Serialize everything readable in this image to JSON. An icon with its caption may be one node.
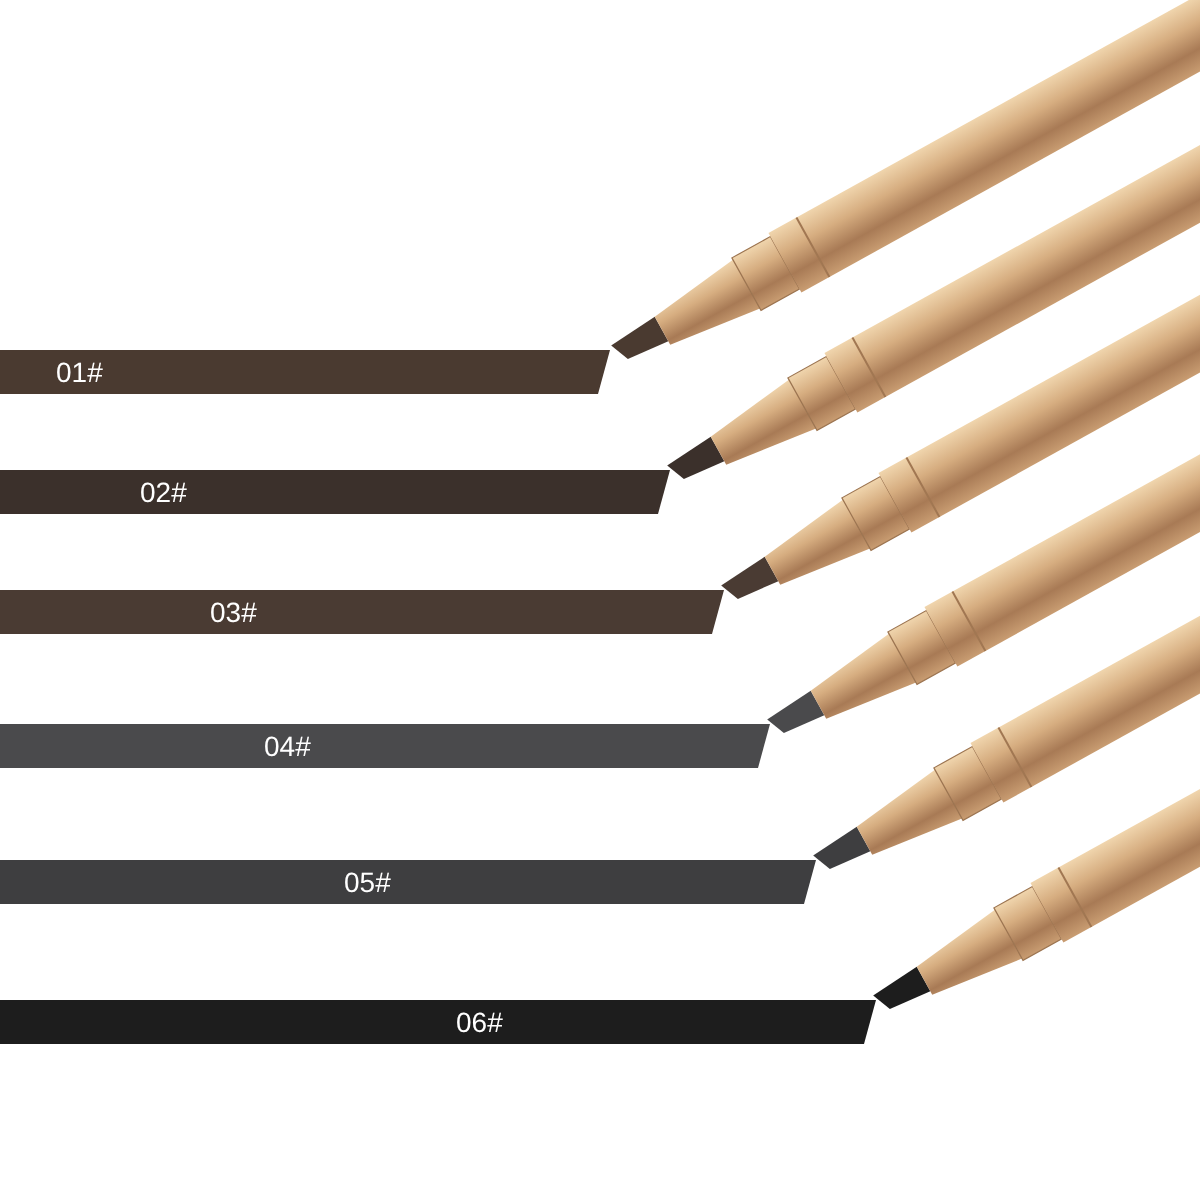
{
  "diagram": {
    "nodes": [
      {
        "text": [
          "01#"
        ]
      },
      {
        "text": [
          "02#"
        ]
      },
      {
        "text": [
          "03#"
        ]
      },
      {
        "text": [
          "04#"
        ]
      },
      {
        "text": [
          "05#"
        ]
      },
      {
        "text": [
          "06#"
        ]
      }
    ],
    "edges": []
  }
}
